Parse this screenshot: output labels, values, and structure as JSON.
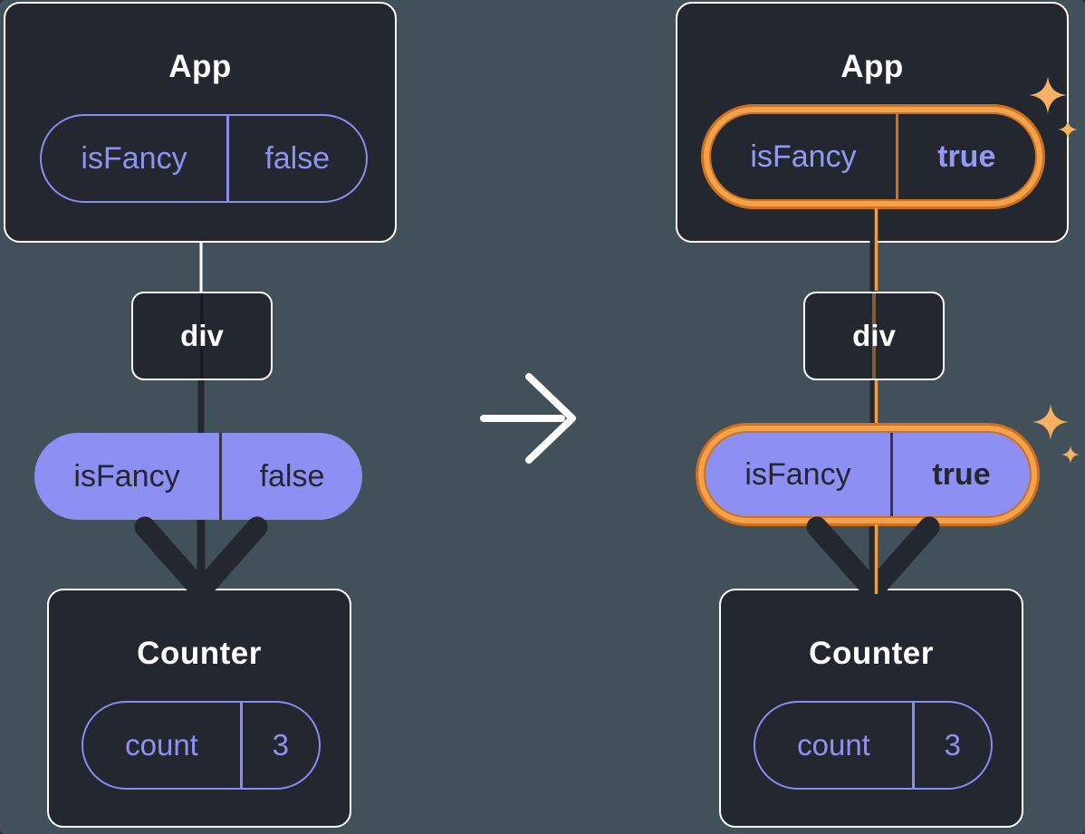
{
  "colors": {
    "background": "#42505A",
    "panel": "#23272F",
    "panel_border": "#FFFFFF",
    "lavender_border": "#8B8CF1",
    "lavender_text": "#9091F2",
    "lavender_fill": "#8D90F2",
    "dark_text": "#23272F",
    "arrow_dark": "#23272F",
    "connector_white": "#FFFFFF",
    "orange_ring": "#CF711C",
    "orange_band": "#F2A24C",
    "orange_line": "#EF9D49",
    "sparkle": "#F7B163"
  },
  "icons": {
    "transition_arrow": "right-arrow",
    "sparkle": "four-point-star"
  },
  "before": {
    "app": {
      "title": "App",
      "prop": {
        "name": "isFancy",
        "value": "false"
      }
    },
    "wrapper": {
      "label": "div"
    },
    "passed_prop": {
      "name": "isFancy",
      "value": "false"
    },
    "counter": {
      "title": "Counter",
      "state": {
        "name": "count",
        "value": "3"
      }
    }
  },
  "after": {
    "app": {
      "title": "App",
      "prop": {
        "name": "isFancy",
        "value": "true"
      }
    },
    "wrapper": {
      "label": "div"
    },
    "passed_prop": {
      "name": "isFancy",
      "value": "true"
    },
    "counter": {
      "title": "Counter",
      "state": {
        "name": "count",
        "value": "3"
      }
    }
  }
}
